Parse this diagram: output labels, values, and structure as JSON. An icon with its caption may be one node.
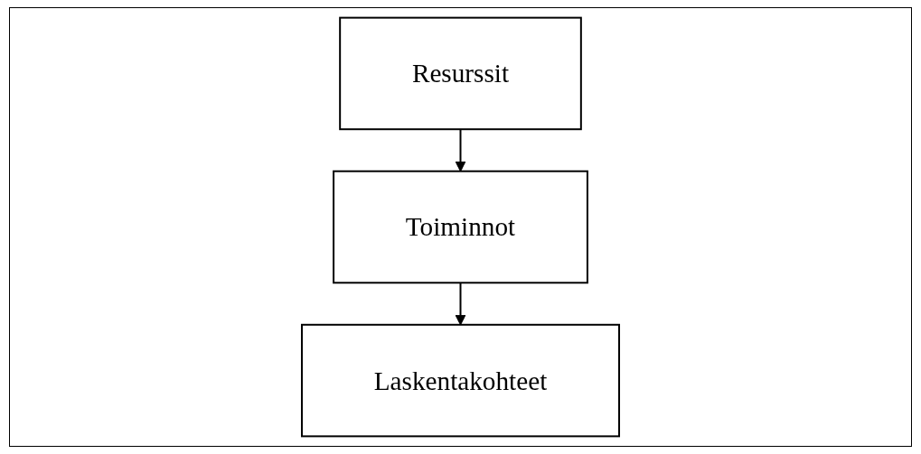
{
  "diagram": {
    "nodes": [
      {
        "text": [
          "Resurssit"
        ]
      },
      {
        "text": [
          "Toiminnot"
        ]
      },
      {
        "text": [
          "Laskentakohteet"
        ]
      }
    ],
    "edges": [
      {
        "from": 0,
        "to": 1,
        "arrow": "to"
      },
      {
        "from": 1,
        "to": 2,
        "arrow": "to"
      }
    ]
  }
}
